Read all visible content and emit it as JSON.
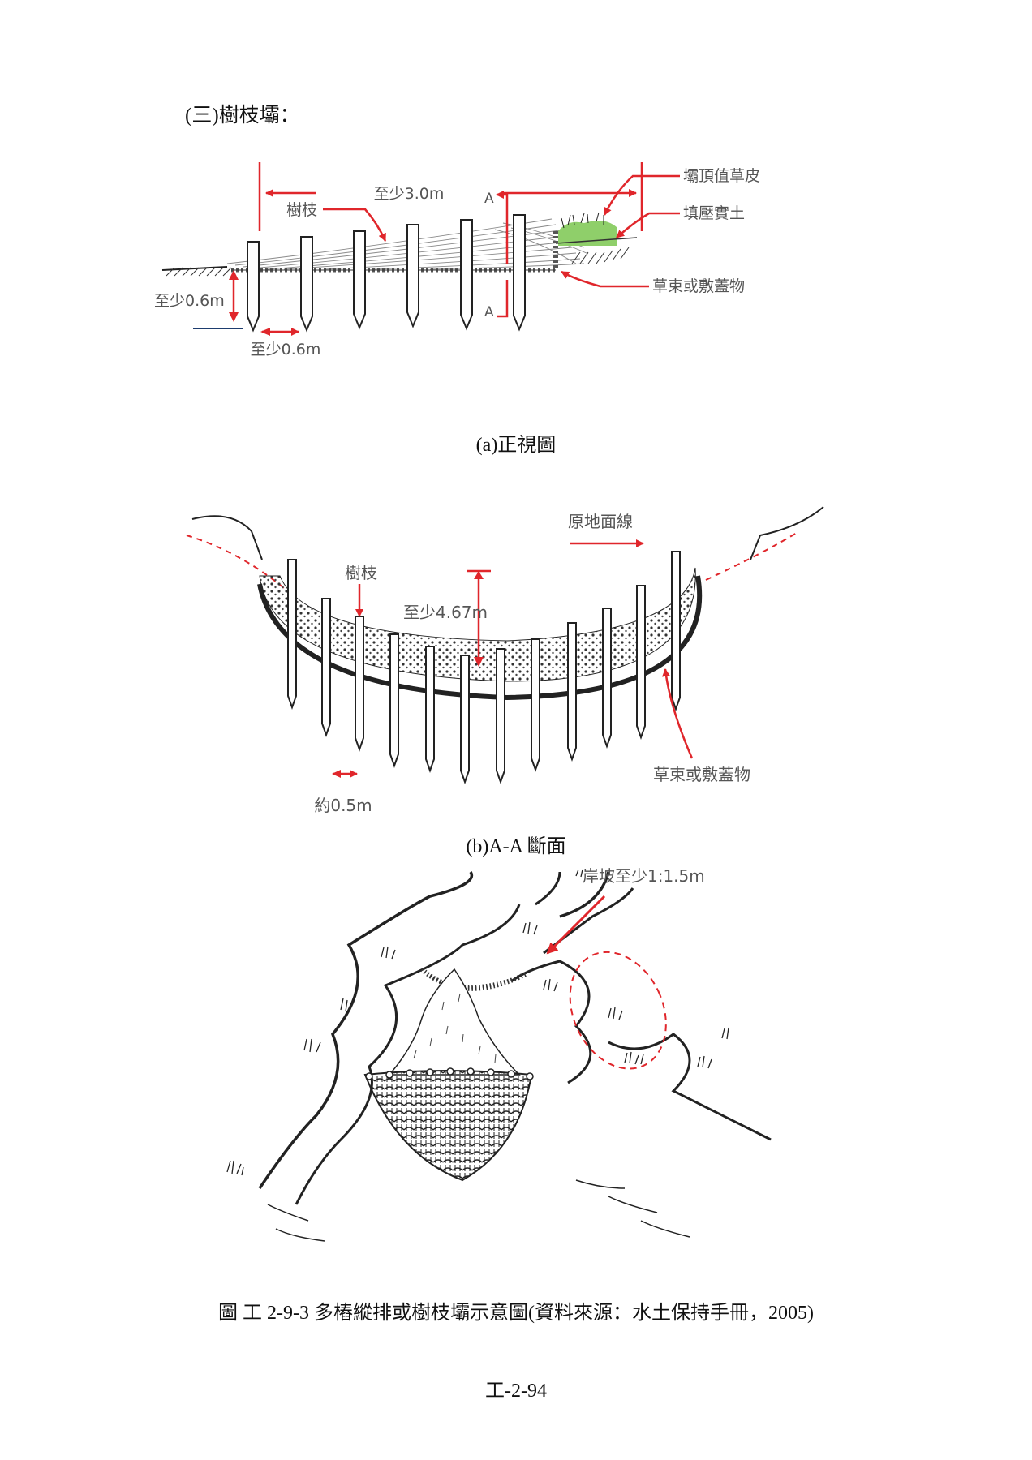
{
  "heading": "(三)樹枝壩：",
  "figure_a": {
    "caption": "(a)正視圖",
    "labels": {
      "width": "至少3.0m",
      "branch": "樹枝",
      "section_top": "A",
      "section_bottom": "A",
      "sod": "壩頂值草皮",
      "compacted_soil": "填壓實土",
      "cover": "草束或敷蓋物",
      "depth": "至少0.6m",
      "spacing": "至少0.6m"
    }
  },
  "figure_b": {
    "caption": "(b)A-A 斷面",
    "labels": {
      "ground_line": "原地面線",
      "branch": "樹枝",
      "height": "至少4.67m",
      "cover": "草束或敷蓋物",
      "spacing": "約0.5m"
    }
  },
  "figure_c": {
    "labels": {
      "bank_slope": "岸坡至少1:1.5m"
    }
  },
  "figure_caption": "圖 工 2-9-3 多樁縱排或樹枝壩示意圖(資料來源：水土保持手冊，2005)",
  "page_number": "工-2-94",
  "colors": {
    "annotation_red": "#e0262b",
    "grass_green": "#8fcf6a",
    "label_gray": "#555555"
  }
}
